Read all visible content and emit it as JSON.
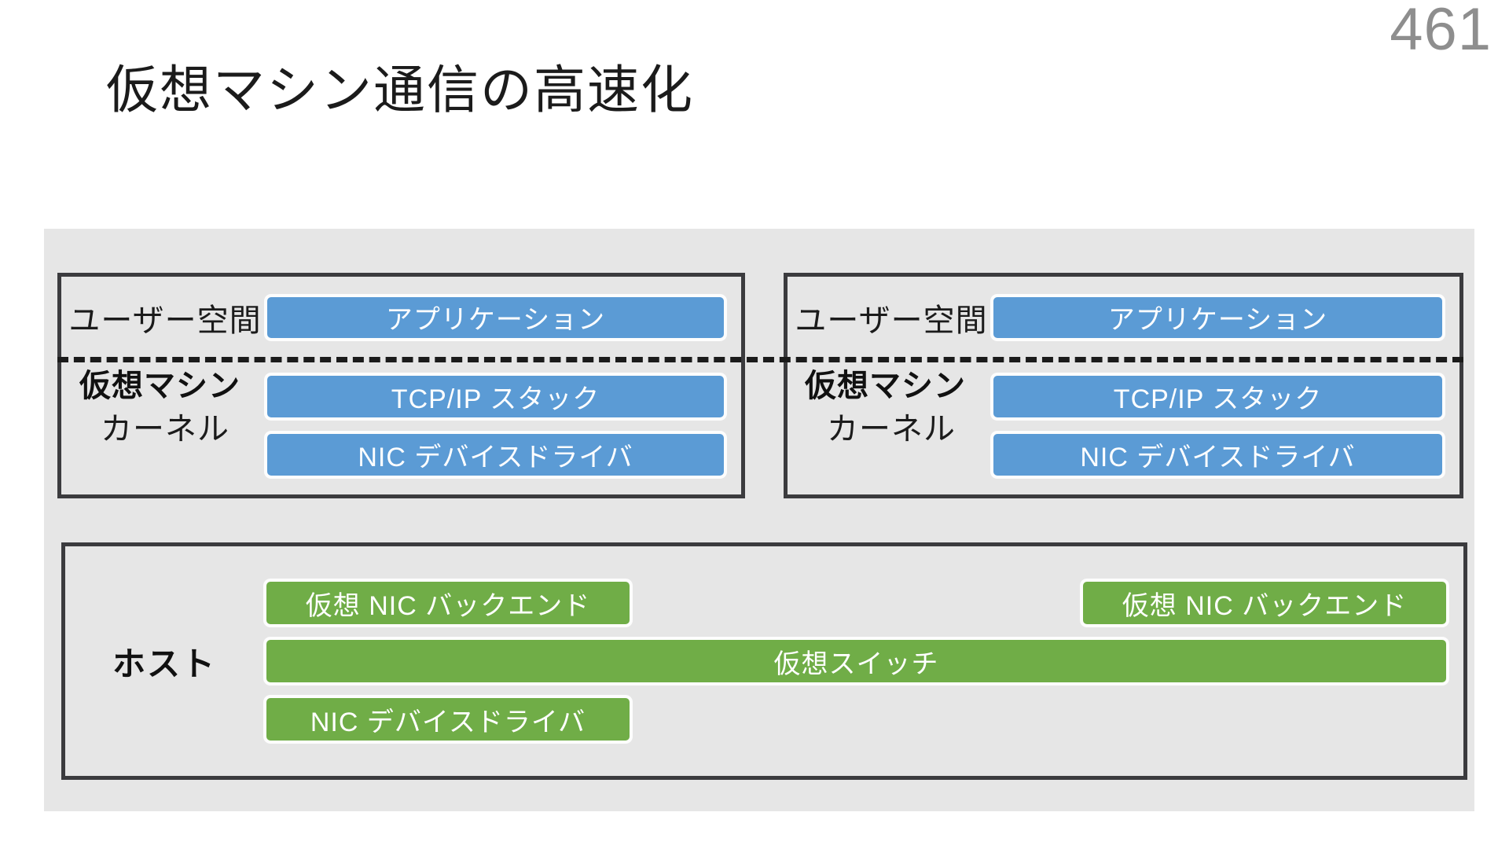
{
  "slide": {
    "page_number": "461",
    "title": "仮想マシン通信の高速化"
  },
  "colors": {
    "blue": "#5B9BD5",
    "green": "#70AD47",
    "panel_bg": "#E6E6E6",
    "border": "#3B3B3E",
    "page_number": "#8E8E8E"
  },
  "diagram": {
    "vms": [
      {
        "vm_tag": "仮想マシン",
        "userspace_label": "ユーザー空間",
        "kernel_label": "カーネル",
        "app": "アプリケーション",
        "tcpip": "TCP/IP スタック",
        "nic_driver": "NIC デバイスドライバ"
      },
      {
        "vm_tag": "仮想マシン",
        "userspace_label": "ユーザー空間",
        "kernel_label": "カーネル",
        "app": "アプリケーション",
        "tcpip": "TCP/IP スタック",
        "nic_driver": "NIC デバイスドライバ"
      }
    ],
    "host": {
      "label": "ホスト",
      "nic_backend_left": "仮想 NIC バックエンド",
      "nic_backend_right": "仮想 NIC バックエンド",
      "virtual_switch": "仮想スイッチ",
      "nic_driver": "NIC デバイスドライバ"
    }
  }
}
